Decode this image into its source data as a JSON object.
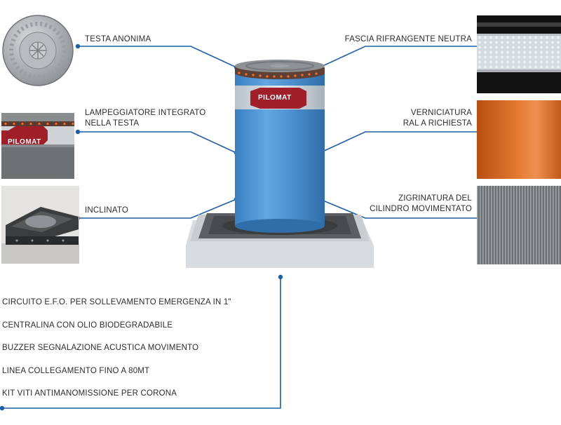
{
  "callouts": {
    "testa_anonima": [
      "TESTA ANONIMA"
    ],
    "lampeggiatore": [
      "LAMPEGGIATORE INTEGRATO",
      "NELLA TESTA"
    ],
    "inclinato": [
      "INCLINATO"
    ],
    "fascia": [
      "FASCIA RIFRANGENTE NEUTRA"
    ],
    "verniciatura": [
      "VERNICIATURA",
      "RAL A RICHIESTA"
    ],
    "zigrinatura": [
      "ZIGRINATURA DEL",
      "CILINDRO MOVIMENTATO"
    ]
  },
  "features": [
    "CIRCUITO E.F.O. PER SOLLEVAMENTO EMERGENZA IN 1\"",
    "CENTRALINA CON OLIO BIODEGRADABILE",
    "BUZZER SEGNALAZIONE ACUSTICA MOVIMENTO",
    "LINEA COLLEGAMENTO FINO A 80MT",
    "KIT VITI ANTIMANOMISSIONE PER CORONA"
  ],
  "brand_logo": "PILOMAT",
  "colors": {
    "leader": "#1d5ea8",
    "bollard_blue": "#4a93d4",
    "orange": "#d56a25",
    "steel": "#7a7e82"
  }
}
